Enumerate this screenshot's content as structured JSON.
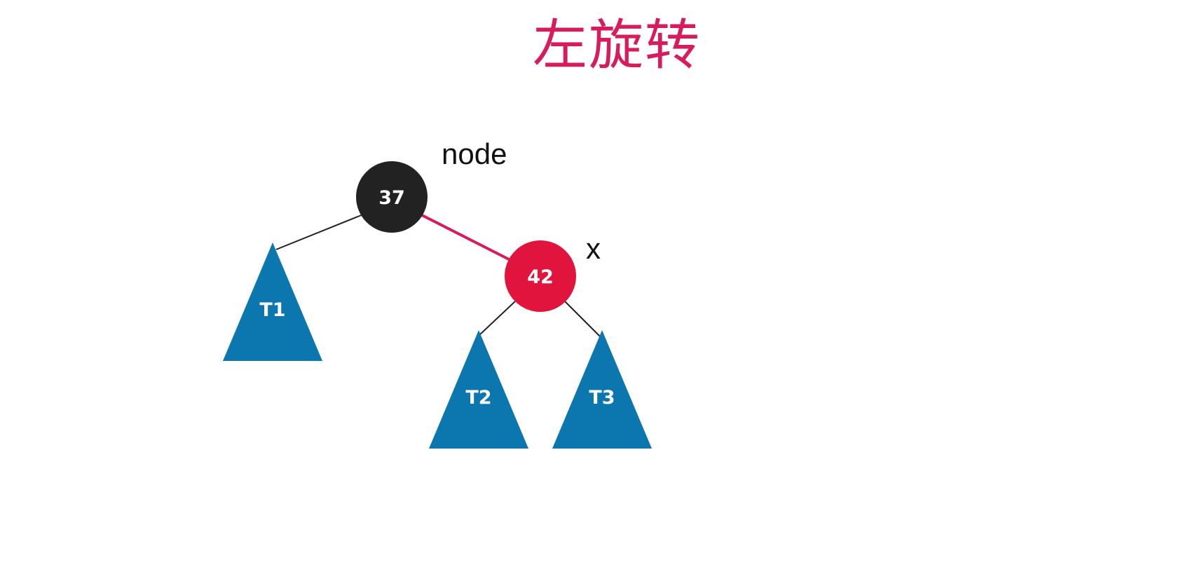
{
  "title": "左旋转",
  "colors": {
    "title": "#d81b5a",
    "black_node": "#222222",
    "red_node": "#e0143c",
    "subtree": "#0b77ae",
    "edge": "#222222",
    "red_edge": "#d81b5a"
  },
  "nodes": {
    "node": {
      "value": "37",
      "color": "black",
      "label": "node"
    },
    "x": {
      "value": "42",
      "color": "red",
      "label": "x"
    }
  },
  "subtrees": {
    "t1": "T1",
    "t2": "T2",
    "t3": "T3"
  }
}
